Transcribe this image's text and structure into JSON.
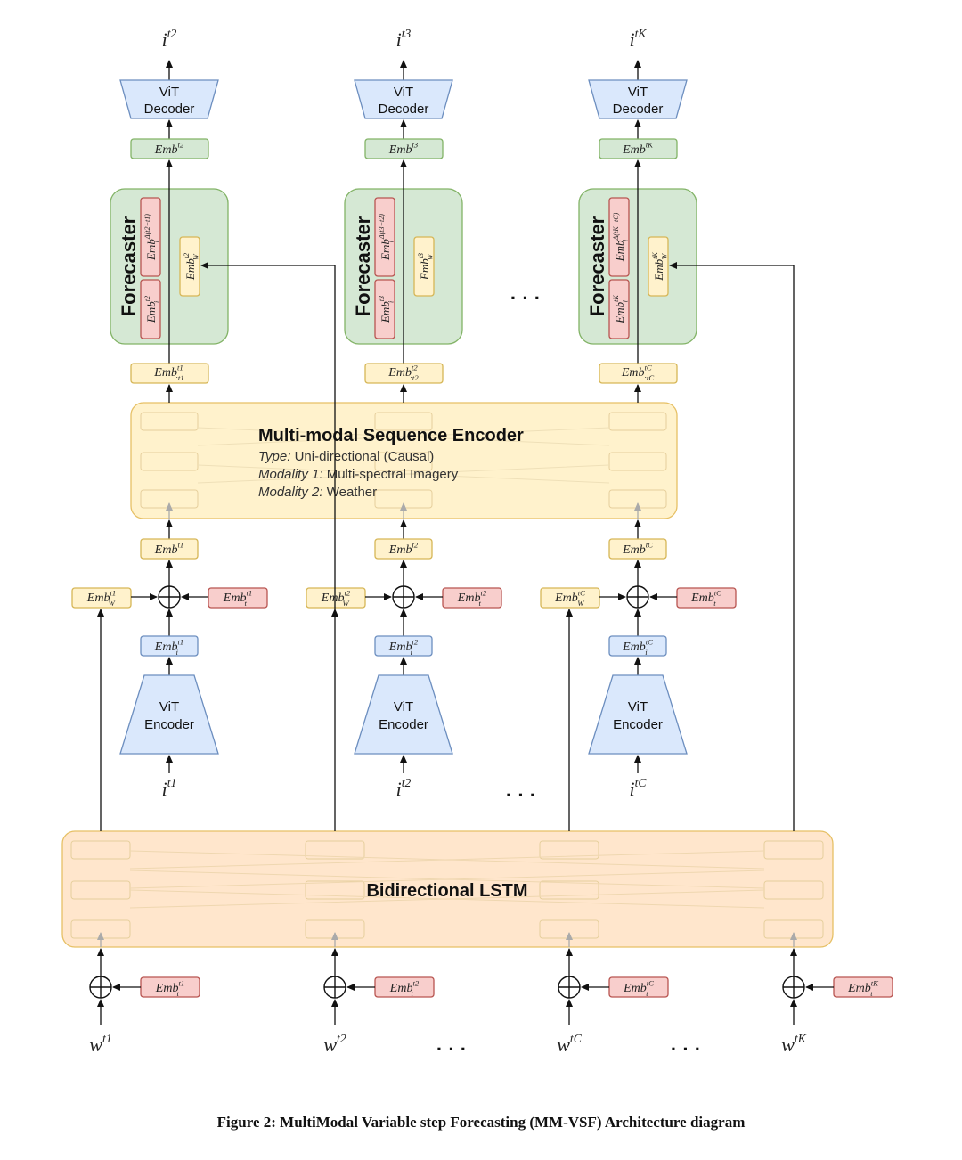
{
  "colors": {
    "green_fill": "#d5e8d4",
    "green_stroke": "#82b366",
    "yellow_fill": "#fff2cc",
    "yellow_stroke": "#d6b656",
    "red_fill": "#f8cecc",
    "red_stroke": "#b85450",
    "blue_fill": "#dae8fc",
    "blue_stroke": "#6c8ebf",
    "orange_fill": "#ffe6cc",
    "orange_stroke": "#e6c065"
  },
  "encoder": {
    "title": "Multi-modal Sequence Encoder",
    "lines": [
      {
        "key": "Type:",
        "value": " Uni-directional (Causal)"
      },
      {
        "key": "Modality 1:",
        "value": " Multi-spectral Imagery"
      },
      {
        "key": "Modality 2:",
        "value": " Weather"
      }
    ]
  },
  "lstm": {
    "title": "Bidirectional LSTM"
  },
  "ellipsis": "· · ·",
  "columns": [
    {
      "output": {
        "base": "i",
        "sup": "t2"
      },
      "decoder": [
        "ViT",
        "Decoder"
      ],
      "emb_out": {
        "base": "Emb",
        "sup": "t2",
        "sub": ""
      },
      "forecaster": {
        "title": "Forecaster",
        "emb_i": {
          "base": "Emb",
          "sup": "t2",
          "sub": "i"
        },
        "emb_delta": {
          "base": "Emb",
          "sup": "Δ(t2−t1)",
          "sub": "i"
        },
        "emb_w": {
          "base": "Emb",
          "sup": "t2",
          "sub": "W"
        }
      },
      "emb_enc": {
        "base": "Emb",
        "sup": "t1",
        "sub": ":t1"
      },
      "emb_in": {
        "base": "Emb",
        "sup": "t1",
        "sub": ""
      },
      "emb_w": {
        "base": "Emb",
        "sup": "t1",
        "sub": "W"
      },
      "emb_t": {
        "base": "Emb",
        "sup": "t1",
        "sub": "t"
      },
      "emb_i": {
        "base": "Emb",
        "sup": "t1",
        "sub": "i"
      },
      "encoder": [
        "ViT",
        "Encoder"
      ],
      "input": {
        "base": "i",
        "sup": "t1"
      }
    },
    {
      "output": {
        "base": "i",
        "sup": "t3"
      },
      "decoder": [
        "ViT",
        "Decoder"
      ],
      "emb_out": {
        "base": "Emb",
        "sup": "t3",
        "sub": ""
      },
      "forecaster": {
        "title": "Forecaster",
        "emb_i": {
          "base": "Emb",
          "sup": "t3",
          "sub": "i"
        },
        "emb_delta": {
          "base": "Emb",
          "sup": "Δ(t3−t2)",
          "sub": "i"
        },
        "emb_w": {
          "base": "Emb",
          "sup": "t3",
          "sub": "W"
        }
      },
      "emb_enc": {
        "base": "Emb",
        "sup": "t2",
        "sub": ":t2"
      },
      "emb_in": {
        "base": "Emb",
        "sup": "t2",
        "sub": ""
      },
      "emb_w": {
        "base": "Emb",
        "sup": "t2",
        "sub": "W"
      },
      "emb_t": {
        "base": "Emb",
        "sup": "t2",
        "sub": "t"
      },
      "emb_i": {
        "base": "Emb",
        "sup": "t2",
        "sub": "i"
      },
      "encoder": [
        "ViT",
        "Encoder"
      ],
      "input": {
        "base": "i",
        "sup": "t2"
      }
    },
    {
      "output": {
        "base": "i",
        "sup": "tK"
      },
      "decoder": [
        "ViT",
        "Decoder"
      ],
      "emb_out": {
        "base": "Emb",
        "sup": "tK",
        "sub": ""
      },
      "forecaster": {
        "title": "Forecaster",
        "emb_i": {
          "base": "Emb",
          "sup": "tK",
          "sub": "i"
        },
        "emb_delta": {
          "base": "Emb",
          "sup": "Δ(tK−tC)",
          "sub": "i"
        },
        "emb_w": {
          "base": "Emb",
          "sup": "tK",
          "sub": "W"
        }
      },
      "emb_enc": {
        "base": "Emb",
        "sup": "tC",
        "sub": ":tC"
      },
      "emb_in": {
        "base": "Emb",
        "sup": "tC",
        "sub": ""
      },
      "emb_w": {
        "base": "Emb",
        "sup": "tC",
        "sub": "W"
      },
      "emb_t": {
        "base": "Emb",
        "sup": "tC",
        "sub": "t"
      },
      "emb_i": {
        "base": "Emb",
        "sup": "tC",
        "sub": "i"
      },
      "encoder": [
        "ViT",
        "Encoder"
      ],
      "input": {
        "base": "i",
        "sup": "tC"
      }
    }
  ],
  "lstm_inputs": [
    {
      "w": {
        "base": "w",
        "sup": "t1"
      },
      "emb_t": {
        "base": "Emb",
        "sup": "t1",
        "sub": "t"
      }
    },
    {
      "w": {
        "base": "w",
        "sup": "t2"
      },
      "emb_t": {
        "base": "Emb",
        "sup": "t2",
        "sub": "t"
      }
    },
    {
      "w": {
        "base": "w",
        "sup": "tC"
      },
      "emb_t": {
        "base": "Emb",
        "sup": "tC",
        "sub": "t"
      }
    },
    {
      "w": {
        "base": "w",
        "sup": "tK"
      },
      "emb_t": {
        "base": "Emb",
        "sup": "tK",
        "sub": "t"
      }
    }
  ],
  "caption": "Figure 2: MultiModal Variable step Forecasting (MM-VSF) Architecture diagram"
}
